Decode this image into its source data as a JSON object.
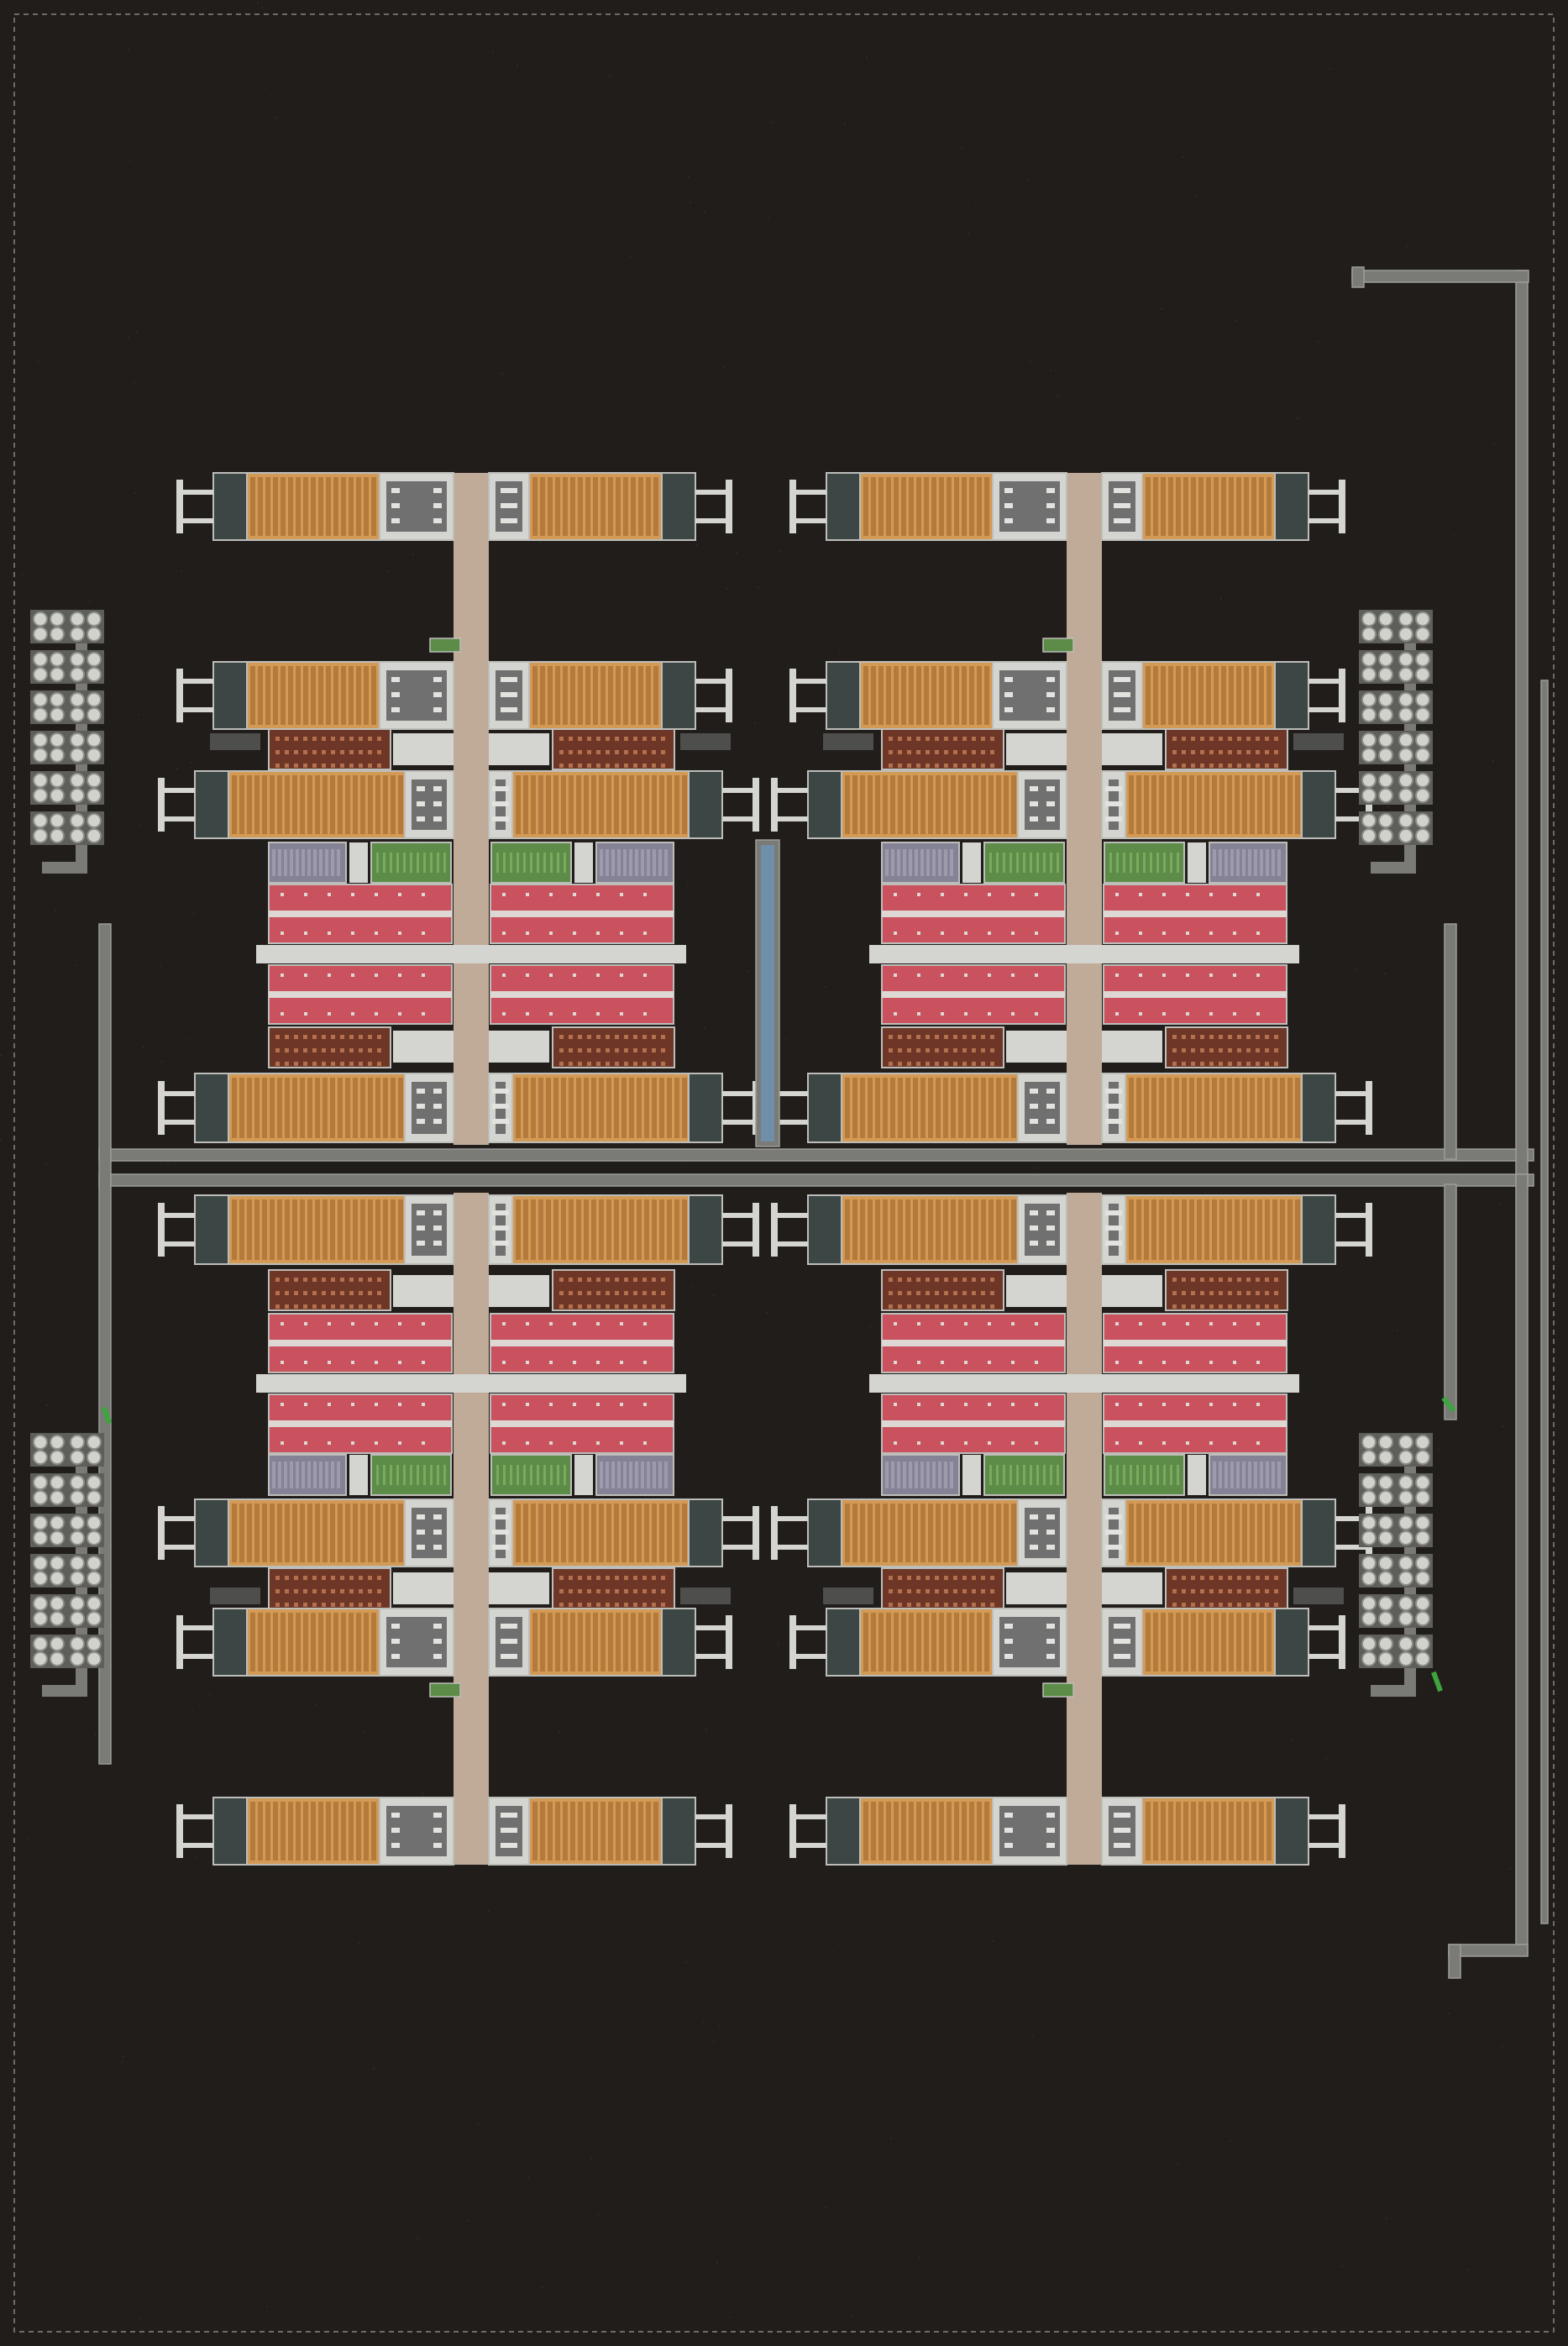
{
  "palette": {
    "ground": "#211d1b",
    "ground_speck": "#2c2826",
    "border_dash": "#8a8580",
    "wall": "#bdbdb9",
    "floor": "#d4d4d0",
    "corridor": "#c0aa98",
    "dorm_floor": "#d39a56",
    "dorm_slat": "#b47a3c",
    "dorm_end": "#3c4644",
    "washroom": "#707070",
    "washroom_fixture": "#e2e2de",
    "mess_hall": "#c9525e",
    "mess_stripe": "#ddd8d4",
    "workshop": "#6d3626",
    "workshop_dot": "#b4704e",
    "storage": "#848294",
    "garden": "#5c8c48",
    "pipe": "#7a7a76",
    "pipe_core": "#62625e",
    "tank": "#d2d2cc",
    "tank_ring": "#8e8e88",
    "water_channel": "#6f8fa8",
    "bench": "#4e4e4c",
    "plant": "#3fa33f"
  },
  "layout": {
    "quadrants": [
      {
        "id": "north-west",
        "mirrored_vertically": false
      },
      {
        "id": "north-east",
        "mirrored_vertically": false
      },
      {
        "id": "south-west",
        "mirrored_vertically": true
      },
      {
        "id": "south-east",
        "mirrored_vertically": true
      }
    ],
    "dormitory_rows_per_quadrant": 4,
    "mess_halls_per_quadrant": 2,
    "workshops_per_quadrant": 4,
    "tank_farms": 4
  }
}
